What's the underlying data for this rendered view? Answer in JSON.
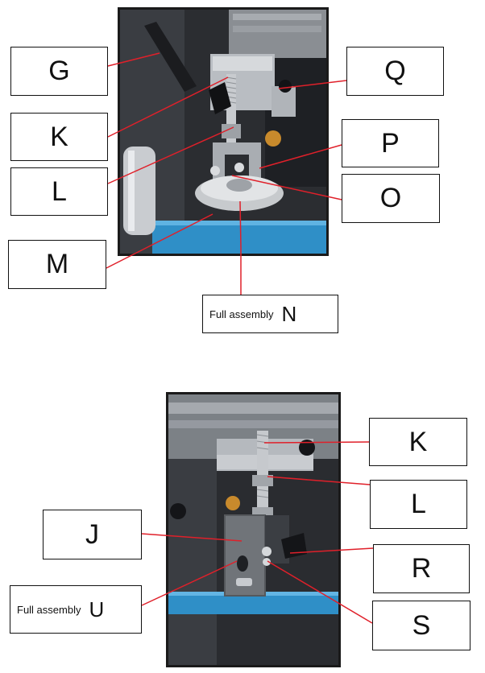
{
  "top_figure": {
    "labels": {
      "G": "G",
      "K": "K",
      "L": "L",
      "M": "M",
      "Q": "Q",
      "P": "P",
      "O": "O",
      "N_caption": "Full assembly",
      "N": "N"
    }
  },
  "bottom_figure": {
    "labels": {
      "K": "K",
      "L": "L",
      "J": "J",
      "R": "R",
      "U_caption": "Full assembly",
      "U": "U",
      "S": "S"
    }
  },
  "colors": {
    "leader_line": "#e0202a",
    "frame_blue": "#2f8fc7",
    "metal": "#b9bdc2"
  }
}
